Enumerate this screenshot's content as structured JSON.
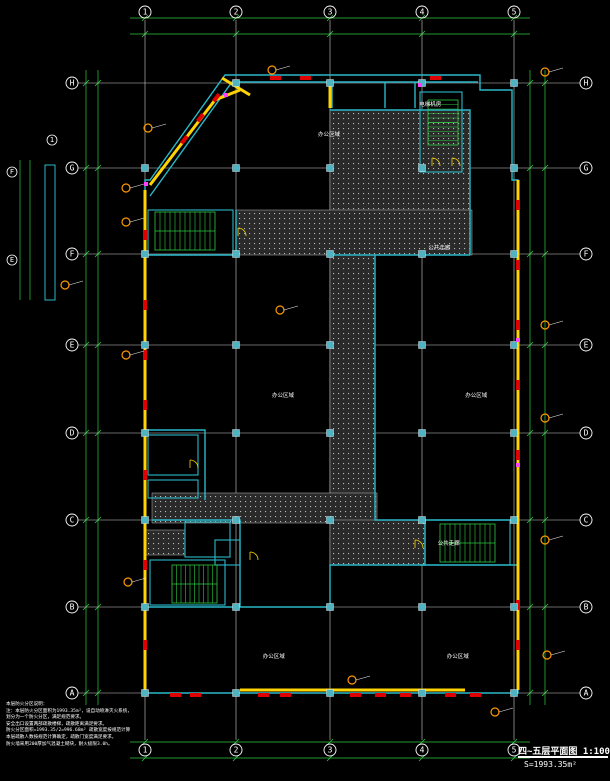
{
  "drawing": {
    "title": "四~五层平面图 1:100",
    "area": "S=1993.35m²",
    "colors": {
      "background": "#000000",
      "axis": "#ffffff",
      "grid": "#d0d0d0",
      "dimension": "#2ecc40",
      "wall": "#2ab8c8",
      "firewall": "#ffd400",
      "door": "#e00000",
      "window": "#ff3030",
      "column": "#4fb3c2",
      "stair": "#2ecc40",
      "hatch": "#bbbbbb",
      "label": "#ffffff",
      "marker": "#ff40ff",
      "callout": "#ff9a00"
    }
  },
  "axes": {
    "columns": [
      "1",
      "2",
      "3",
      "4",
      "5"
    ],
    "rows": [
      "H",
      "G",
      "F",
      "E",
      "D",
      "C",
      "B",
      "A"
    ],
    "detail_rows": [
      "F",
      "E"
    ],
    "detail_cols": [
      "1"
    ]
  },
  "rooms": [
    {
      "label": "办公区域",
      "pos": [
        2,
        0.6
      ]
    },
    {
      "label": "电梯机房",
      "pos": [
        3.1,
        0.25
      ]
    },
    {
      "label": "公共走廊",
      "pos": [
        3.2,
        1.9
      ]
    },
    {
      "label": "办公区域",
      "pos": [
        1.5,
        3.6
      ]
    },
    {
      "label": "办公区域",
      "pos": [
        3.6,
        3.6
      ]
    },
    {
      "label": "公共走廊",
      "pos": [
        3.3,
        5.3
      ]
    },
    {
      "label": "办公区域",
      "pos": [
        1.4,
        6.6
      ]
    },
    {
      "label": "办公区域",
      "pos": [
        3.4,
        6.6
      ]
    }
  ],
  "notes": [
    "本层防火分区说明：",
    "注：本层防火分区面积为1993.35m²，设自动喷淋灭火系统，",
    "   划分为一个防火分区，满足规范要求。",
    "   安全出口设置两部疏散楼梯，疏散距离满足要求。",
    "防火分区面积=1993.35/2=996.68m²  疏散宽度按规范计算",
    "   本层疏散人数按规范计算确定，疏散门宽度满足要求。",
    "   防火墙采用200厚加气混凝土砌块，耐火极限3.0h。"
  ]
}
